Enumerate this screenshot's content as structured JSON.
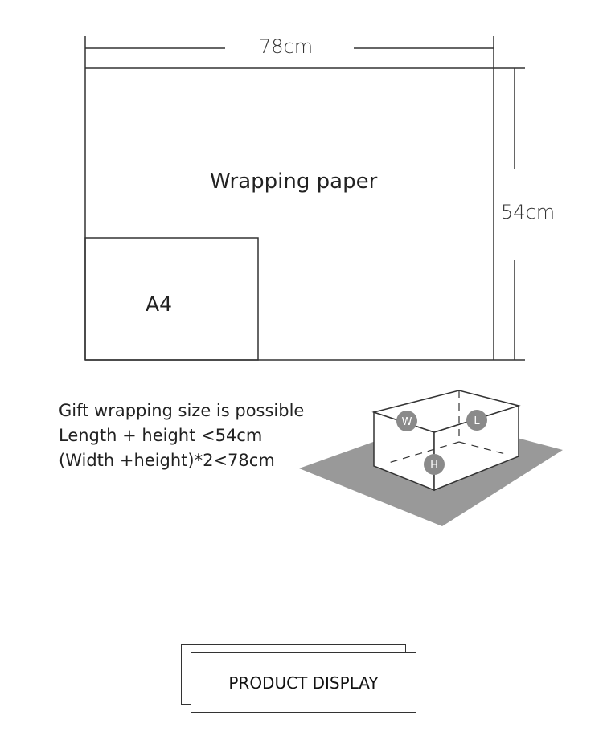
{
  "diagram": {
    "width_label": "78cm",
    "height_label": "54cm",
    "paper_label": "Wrapping paper",
    "a4_label": "A4"
  },
  "info": {
    "lines": [
      "Gift wrapping size is possible",
      "Length + height <54cm",
      "(Width +height)*2<78cm"
    ]
  },
  "box": {
    "labels": {
      "w": "W",
      "l": "L",
      "h": "H"
    }
  },
  "button": {
    "label": "PRODUCT DISPLAY"
  },
  "colors": {
    "line": "#333333",
    "floor": "#999999",
    "badge": "#8a8a8a"
  }
}
